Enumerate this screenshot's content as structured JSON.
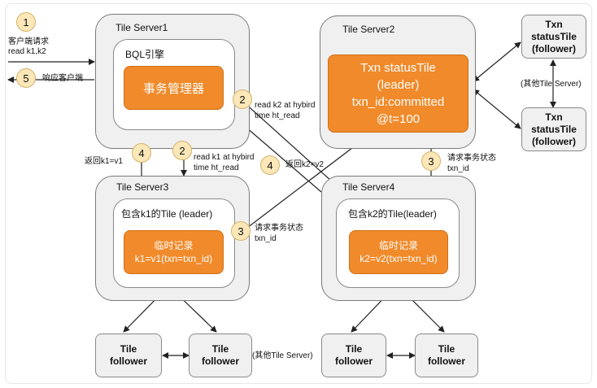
{
  "client": {
    "badge1": "1",
    "request_line1": "客户端请求",
    "request_line2": "read k1,k2",
    "badge5": "5",
    "response": "响应客户端"
  },
  "server1": {
    "title": "Tile Server1",
    "engine": "BQL引擎",
    "txn_manager": "事务管理器"
  },
  "server2": {
    "title": "Tile Server2",
    "status": [
      "Txn statusTile",
      "(leader)",
      "txn_id:committed",
      "@t=100"
    ]
  },
  "server3": {
    "title": "Tile Server3",
    "tile": "包含k1的Tile (leader)",
    "record_title": "临时记录",
    "record_value": "k1=v1(txn=txn_id)"
  },
  "server4": {
    "title": "Tile Server4",
    "tile": "包含k2的Tile(leader)",
    "record_title": "临时记录",
    "record_value": "k2=v2(txn=txn_id)"
  },
  "status_followers": [
    [
      "Txn",
      "statusTile",
      "(follower)"
    ],
    [
      "Txn",
      "statusTile",
      "(follower)"
    ]
  ],
  "other_servers_top": "(其他Tile Server)",
  "other_servers_bottom": "(其他Tile Server)",
  "tile_followers": [
    [
      "Tile",
      "follower"
    ],
    [
      "Tile",
      "follower"
    ],
    [
      "Tile",
      "follower"
    ],
    [
      "Tile",
      "follower"
    ]
  ],
  "steps": {
    "read_k2_badge": "2",
    "read_k2_line1": "read k2 at hybird",
    "read_k2_line2": "time ht_read",
    "read_k1_badge": "2",
    "read_k1_line1": "read k1 at hybird",
    "read_k1_line2": "time ht_read",
    "return_k1_badge": "4",
    "return_k1": "返回k1=v1",
    "return_k2_badge": "4",
    "return_k2": "返回k2=v2",
    "status_req3_badge": "3",
    "status_req3_line1": "请求事务状态",
    "status_req3_line2": "txn_id",
    "status_req4_badge": "3",
    "status_req4_line1": "请求事务状态",
    "status_req4_line2": "txn_id"
  },
  "colors": {
    "accent_orange": "#f08a2a",
    "badge_fill": "#fbe7b8",
    "server_fill": "#f0f0f0"
  }
}
